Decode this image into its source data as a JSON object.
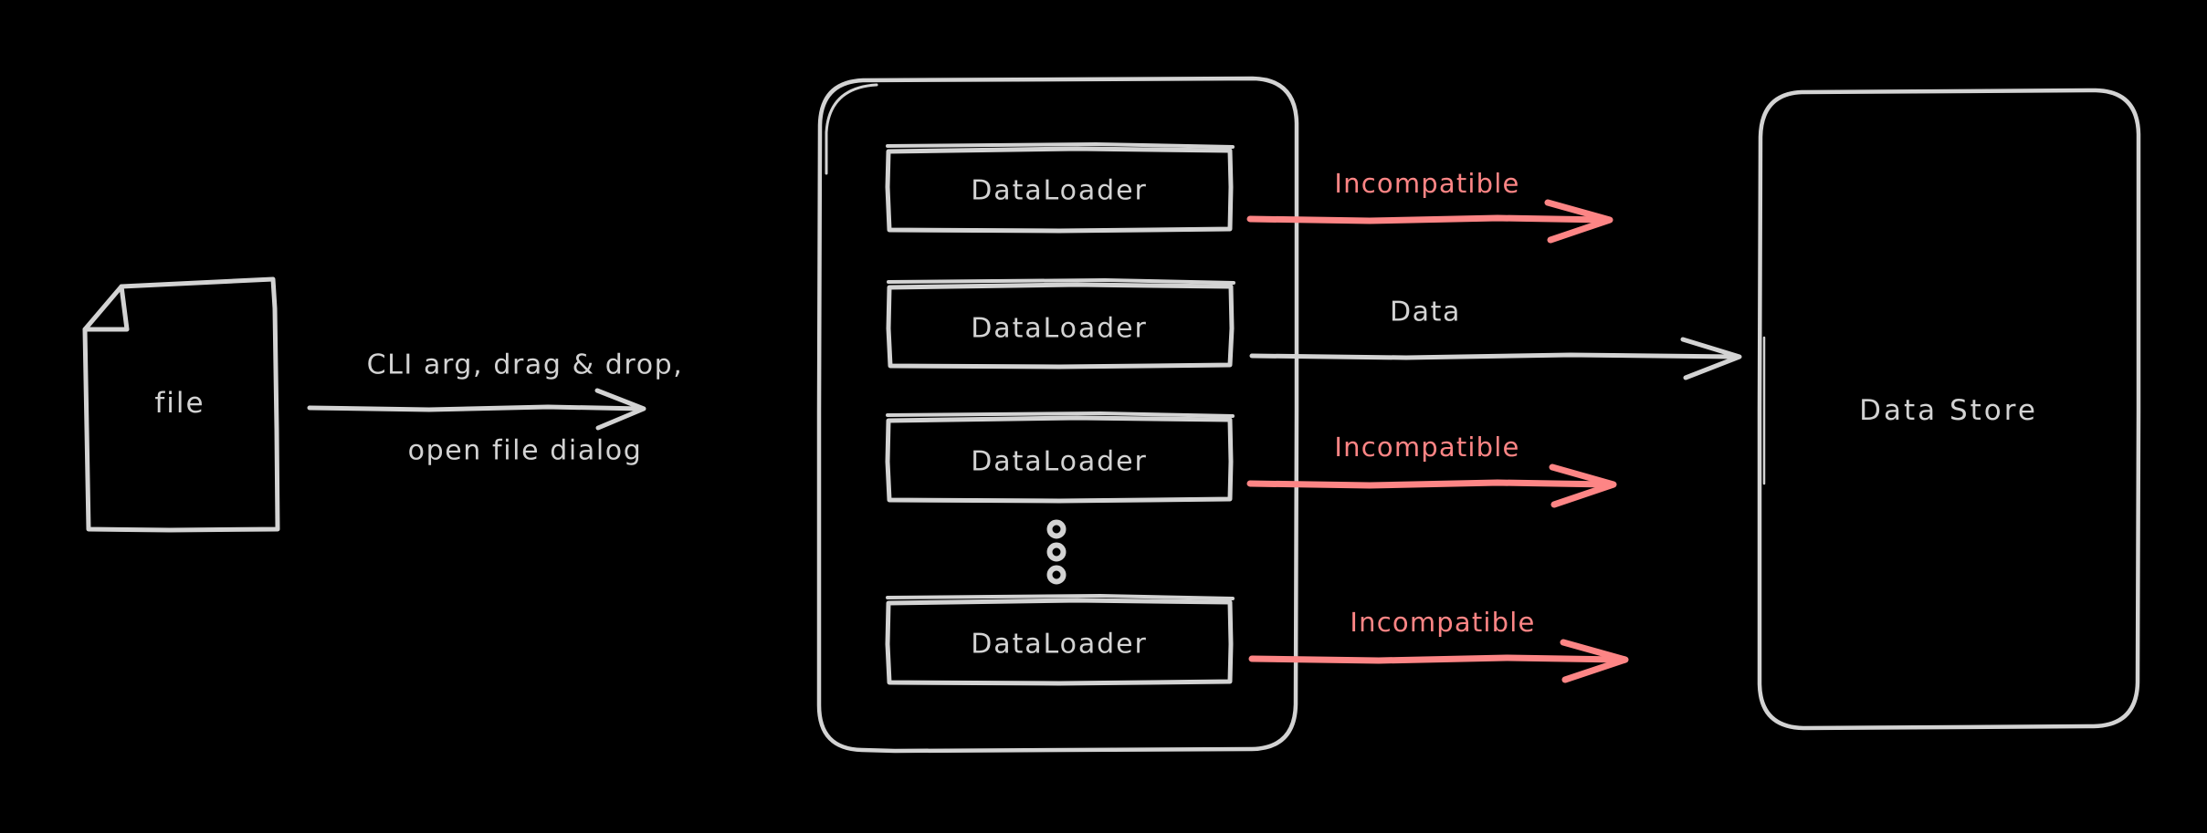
{
  "diagram": {
    "title": "File loading pipeline: DataLoaders to Data Store",
    "colors": {
      "background": "#000000",
      "stroke": "#d3d3d3",
      "error": "#fd8585"
    },
    "nodes": {
      "file": {
        "label": "file",
        "shape": "document-page"
      },
      "loader_group": {
        "shape": "rounded-rect"
      },
      "loaders": [
        {
          "label": "DataLoader"
        },
        {
          "label": "DataLoader"
        },
        {
          "label": "DataLoader"
        },
        {
          "label": "DataLoader"
        }
      ],
      "ellipsis": {
        "label": "vertical-ellipsis",
        "dots": 3
      },
      "data_store": {
        "label": "Data Store",
        "shape": "rounded-rect"
      }
    },
    "edges": [
      {
        "id": "file-to-loaders",
        "label_line1": "CLI arg, drag & drop,",
        "label_line2": "open file dialog",
        "color": "#d3d3d3",
        "from": "file",
        "to": "loader_group"
      },
      {
        "id": "loader1-to-store",
        "label": "Incompatible",
        "color": "#fd8585",
        "from": "loaders.0",
        "to": "data_store"
      },
      {
        "id": "loader2-to-store",
        "label": "Data",
        "color": "#d3d3d3",
        "from": "loaders.1",
        "to": "data_store"
      },
      {
        "id": "loader3-to-store",
        "label": "Incompatible",
        "color": "#fd8585",
        "from": "loaders.2",
        "to": "data_store"
      },
      {
        "id": "loader4-to-store",
        "label": "Incompatible",
        "color": "#fd8585",
        "from": "loaders.3",
        "to": "data_store"
      }
    ]
  }
}
